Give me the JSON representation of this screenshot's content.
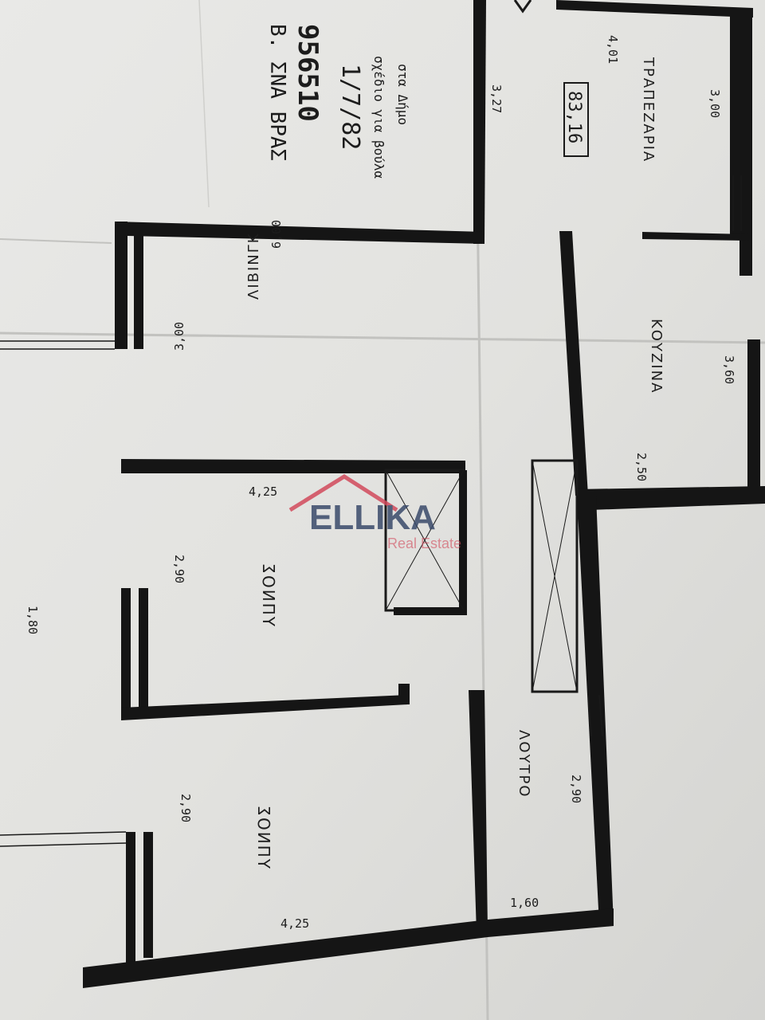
{
  "photo": {
    "paper_color": "#e4e4e2",
    "wall_color": "#151515",
    "ink_color": "#1c1c1c"
  },
  "handwritten_note": {
    "line1": "Β. ΣΝΑ ΒΡΑΣ",
    "line2": "956510",
    "line3": "1/7/82",
    "line4": "σχέδιο για βούλα",
    "line5": "στα Δήμο",
    "area_box": "83,16"
  },
  "rooms": [
    {
      "id": "dining",
      "name": "ΤΡΑΠΕΖΑΡΙΑ"
    },
    {
      "id": "kitchen",
      "name": "ΚΟΥΖΙΝΑ"
    },
    {
      "id": "living",
      "name": "ΛΙΒΙΝΓΚ"
    },
    {
      "id": "bedroom1",
      "name": "ΥΠΝΟΣ"
    },
    {
      "id": "bedroom2",
      "name": "ΥΠΝΟΣ"
    },
    {
      "id": "bathroom",
      "name": "ΛΟΥΤΡΟ"
    }
  ],
  "dimensions": {
    "dining_top": "4,01",
    "dining_side": "3,00",
    "dining_left": "3,27",
    "living_top": "6,00",
    "living_side": "3,00",
    "kitchen_side": "3,60",
    "kitchen_bottom": "2,50",
    "bedroom1_top": "4,25",
    "bedroom1_side": "2,90",
    "balcony": "1,80",
    "bathroom_side": "2,90",
    "bathroom_bottom": "1,60",
    "bedroom2_side": "2,90",
    "bedroom2_bottom": "4,25"
  },
  "watermark": {
    "brand": "ELLIKA",
    "tagline": "Real Estate",
    "brand_color": "#3a4a6a",
    "accent_color": "#d24a5c"
  }
}
